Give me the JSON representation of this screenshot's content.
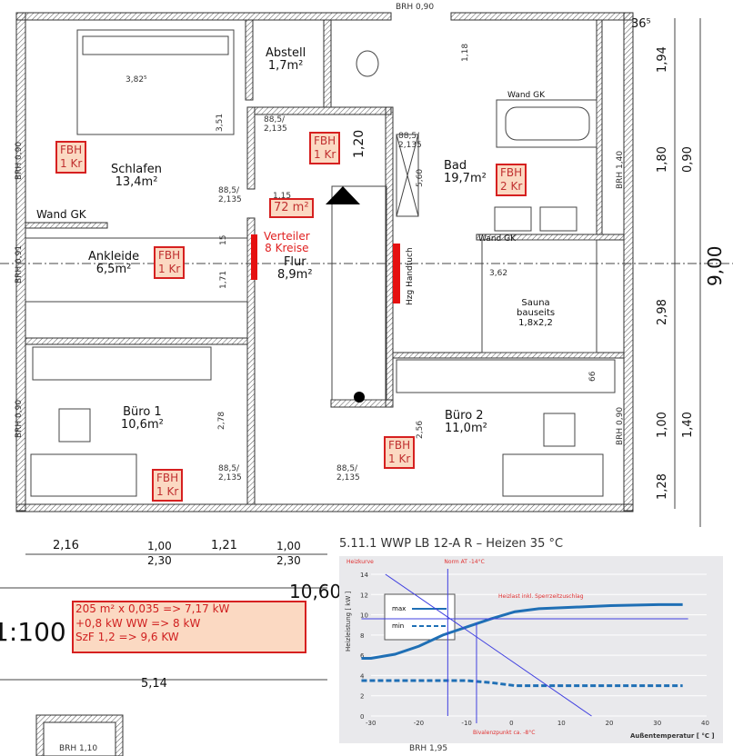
{
  "rooms": [
    {
      "name": "Schlafen",
      "area": "13,4m²"
    },
    {
      "name": "Abstell",
      "area": "1,7m²"
    },
    {
      "name": "Bad",
      "area": "19,7m²"
    },
    {
      "name": "Ankleide",
      "area": "6,5m²"
    },
    {
      "name": "Flur",
      "area": "8,9m²"
    },
    {
      "name": "Büro 1",
      "area": "10,6m²"
    },
    {
      "name": "Büro 2",
      "area": "11,0m²"
    },
    {
      "name": "Sauna",
      "area": "bauseits",
      "extra": "1,8x2,2"
    }
  ],
  "fbh_labels": [
    {
      "line1": "FBH",
      "line2": "1 Kr"
    },
    {
      "line1": "FBH",
      "line2": "1 Kr"
    },
    {
      "line1": "FBH",
      "line2": "2 Kr"
    },
    {
      "line1": "FBH",
      "line2": "1 Kr"
    },
    {
      "line1": "FBH",
      "line2": "1 Kr"
    },
    {
      "line1": "FBH",
      "line2": "1 Kr"
    }
  ],
  "annotations": {
    "area_total": "72 m²",
    "verteiler_1": "Verteiler",
    "verteiler_2": "8 Kreise",
    "hzg": "Hzg Handtuch",
    "wand_gk": "Wand GK",
    "scale": "1:100"
  },
  "small_labels": {
    "brh_top": "BRH 0,90",
    "brh_left1": "BRH 0,90",
    "brh_left2": "BRH 0,91",
    "brh_left3": "BRH 0,90",
    "brh_right1": "BRH 1,40",
    "brh_right2": "BRH 0,90",
    "brh_bottom1": "BRH 1,10",
    "brh_bottom2": "BRH 1,95",
    "door": "88,5/",
    "door2": "2,135",
    "d382": "3,82⁵",
    "d351": "3,51",
    "d118": "1,18",
    "d560": "5,60",
    "d362": "3,62",
    "d115": "1,15",
    "d171": "1,71",
    "d15": "15",
    "d278": "2,78",
    "d256": "2,56",
    "d66": "66",
    "d120": "1,20"
  },
  "dimensions": {
    "right": [
      "36⁵",
      "1,94",
      "1,80",
      "0,90",
      "9,00",
      "2,98",
      "1,00",
      "1,40",
      "1,28"
    ],
    "bottom": [
      "2,16",
      "1,00",
      "2,30",
      "1,21",
      "1,00",
      "2,30",
      "10,60",
      "5,14"
    ]
  },
  "calc_box": [
    "205 m² x 0,035 => 7,17 kW",
    "+0,8 kW WW => 8 kW",
    "SzF 1,2  => 9,6 KW"
  ],
  "chart_data": {
    "type": "line",
    "title": "5.11.1 WWP LB 12-A R – Heizen 35 °C",
    "xlabel": "Außentemperatur [ °C ]",
    "ylabel": "Heizleistung [ kW ]",
    "xlim": [
      -30,
      40
    ],
    "ylim": [
      0,
      14
    ],
    "xticks": [
      -30,
      -20,
      -10,
      0,
      10,
      20,
      30,
      40
    ],
    "yticks": [
      0,
      2,
      4,
      6,
      8,
      10,
      12,
      14
    ],
    "legend": [
      "max",
      "min"
    ],
    "series": [
      {
        "name": "max",
        "style": "solid",
        "x": [
          -32,
          -30,
          -25,
          -20,
          -15,
          -10,
          -5,
          0,
          5,
          10,
          20,
          30,
          35
        ],
        "y": [
          5.7,
          5.7,
          6.1,
          6.9,
          8.0,
          8.8,
          9.6,
          10.3,
          10.6,
          10.7,
          10.9,
          11.0,
          11.0
        ]
      },
      {
        "name": "min",
        "style": "dashed",
        "x": [
          -32,
          -10,
          -5,
          0,
          10,
          20,
          35
        ],
        "y": [
          3.5,
          3.5,
          3.3,
          3.0,
          3.0,
          3.0,
          3.0
        ]
      }
    ],
    "annotations": {
      "heizkurve": {
        "label": "Heizkurve",
        "from": [
          -27,
          14
        ],
        "to": [
          16,
          0
        ]
      },
      "norm_at": {
        "label": "Norm AT -14°C",
        "x": -14
      },
      "bivalenz": {
        "label": "Bivalenzpunkt ca. -8°C",
        "x": -8,
        "y": 9.2
      },
      "heizlast": {
        "label": "Heizlast inkl. Sperrzeitzuschlag",
        "y": 9.6
      }
    },
    "colors": {
      "curve": "#1f6fb5",
      "annot": "#4040e0",
      "label": "#e03030"
    }
  }
}
